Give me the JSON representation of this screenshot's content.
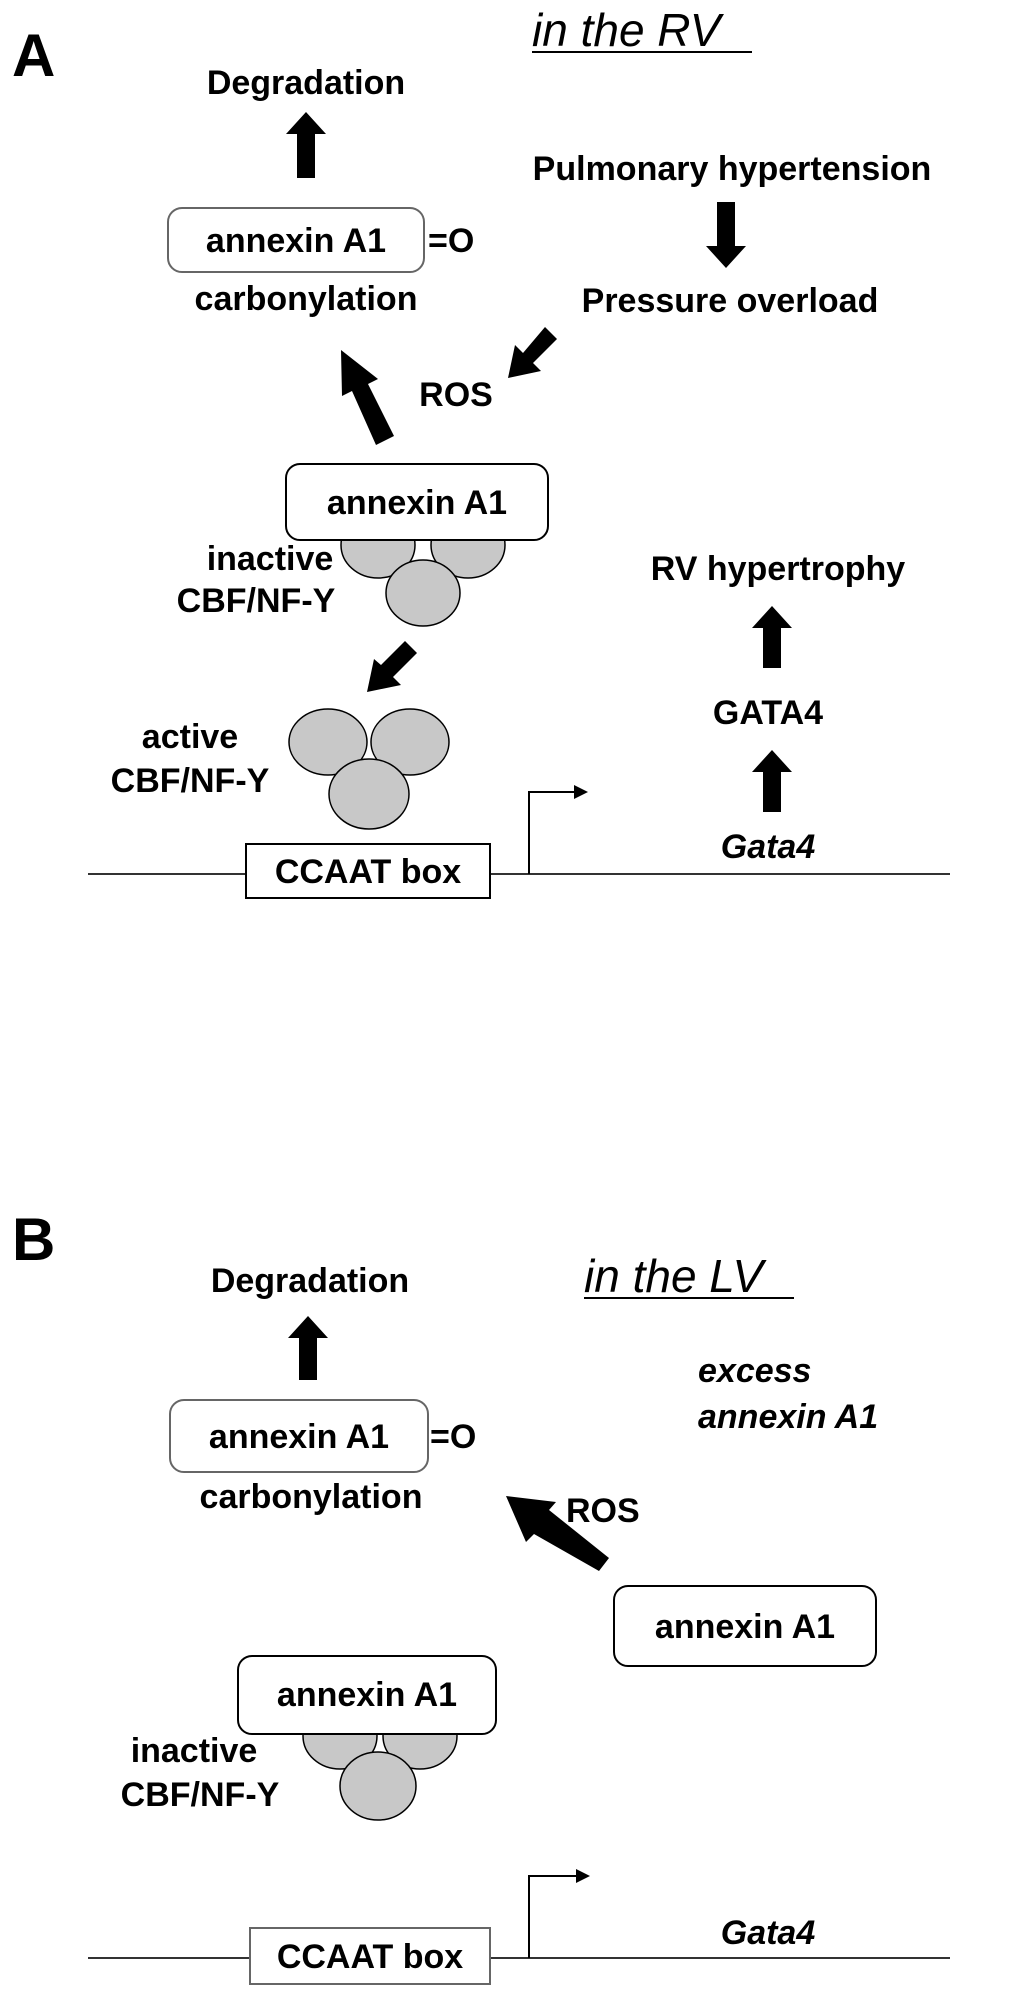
{
  "panel_a": {
    "letter": "A",
    "title": "in the RV",
    "degradation": "Degradation",
    "annexin_carbonyl": "annexin A1",
    "carbonyl_group": "=O",
    "carbonylation": "carbonylation",
    "pulmonary_hypertension": "Pulmonary hypertension",
    "pressure_overload": "Pressure overload",
    "ros": "ROS",
    "annexin_bound": "annexin A1",
    "inactive_line1": "inactive",
    "inactive_line2": "CBF/NF-Y",
    "active_line1": "active",
    "active_line2": "CBF/NF-Y",
    "ccaat_box": "CCAAT box",
    "gata4_gene": "Gata4",
    "gata4_protein": "GATA4",
    "rv_hypertrophy": "RV hypertrophy"
  },
  "panel_b": {
    "letter": "B",
    "title": "in the LV",
    "degradation": "Degradation",
    "annexin_carbonyl": "annexin A1",
    "carbonyl_group": "=O",
    "carbonylation": "carbonylation",
    "excess_line1": "excess",
    "excess_line2": "annexin A1",
    "ros": "ROS",
    "annexin_free": "annexin A1",
    "annexin_bound": "annexin A1",
    "inactive_line1": "inactive",
    "inactive_line2": "CBF/NF-Y",
    "ccaat_box": "CCAAT box",
    "gata4_gene": "Gata4"
  },
  "colors": {
    "subunit_fill": "#c8c8c8",
    "stroke": "#000000",
    "box_border": "#666666"
  }
}
